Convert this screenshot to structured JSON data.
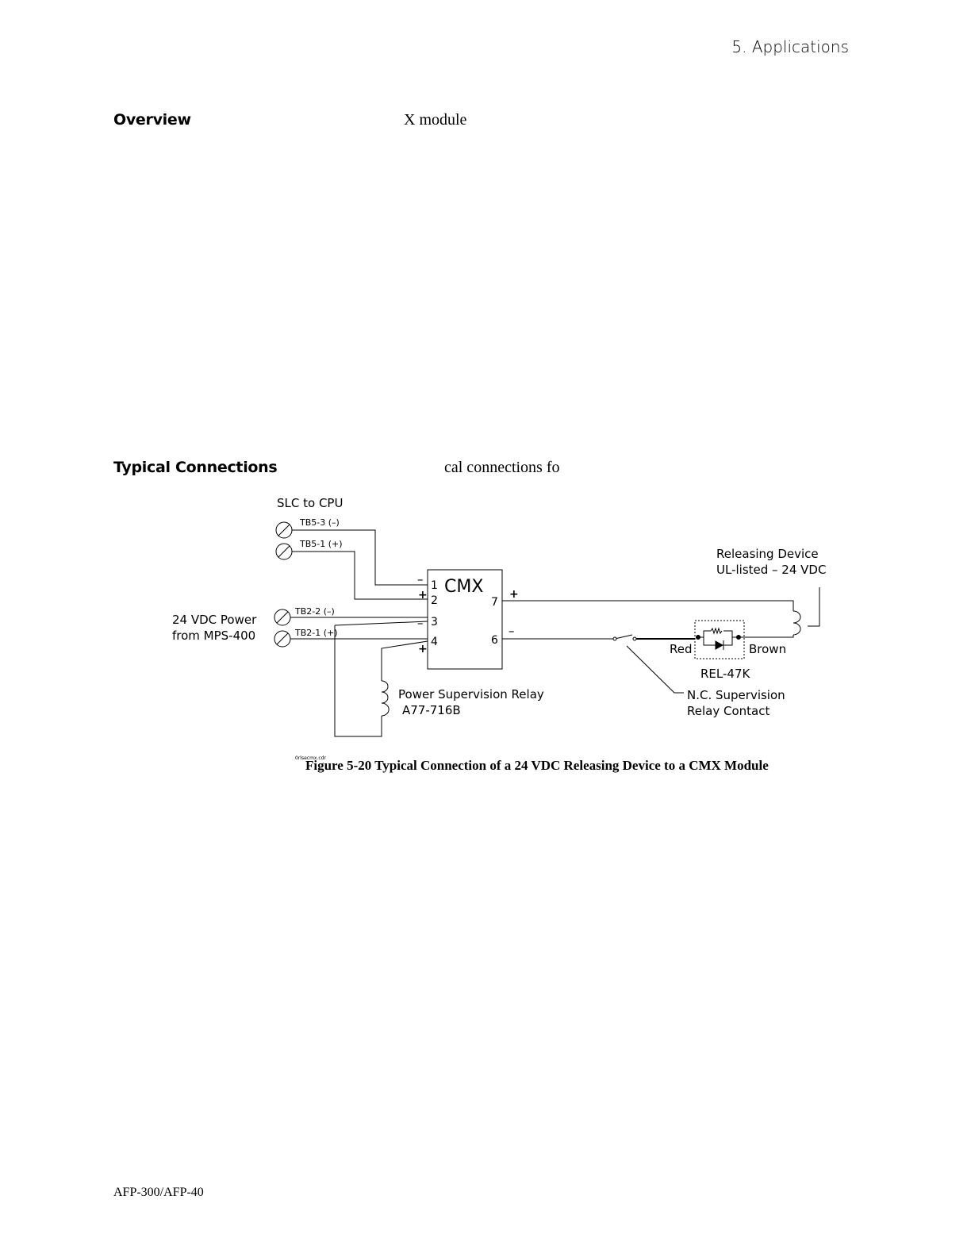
{
  "header": {
    "section": "5. Applications"
  },
  "overview": {
    "heading": "Overview",
    "fragment": "X module"
  },
  "typical": {
    "heading": "Typical Connections",
    "fragment": "cal connections fo"
  },
  "diagram": {
    "slc_label": "SLC to CPU",
    "tb53": "TB5-3 (–)",
    "tb51": "TB5-1 (+)",
    "tb22": "TB2-2 (–)",
    "tb21": "TB2-1 (+)",
    "power_line1": "24 VDC Power",
    "power_line2": "from MPS-400",
    "module_name": "CMX",
    "pin1": "1",
    "pin2": "2",
    "pin3": "3",
    "pin4": "4",
    "pin6": "6",
    "pin7": "7",
    "plus": "+",
    "minus": "–",
    "releasing_line1": "Releasing Device",
    "releasing_line2": "UL-listed – 24 VDC",
    "red": "Red",
    "brown": "Brown",
    "rel": "REL-47K",
    "nc_line1": "N.C. Supervision",
    "nc_line2": "Relay Contact",
    "psr_line1": "Power Supervision Relay",
    "psr_line2": "A77-716B",
    "filename": "0rlsecmx.cdr"
  },
  "caption": "Figure 5-20  Typical Connection of a 24 VDC Releasing Device to a CMX Module",
  "footer": "AFP-300/AFP-40"
}
